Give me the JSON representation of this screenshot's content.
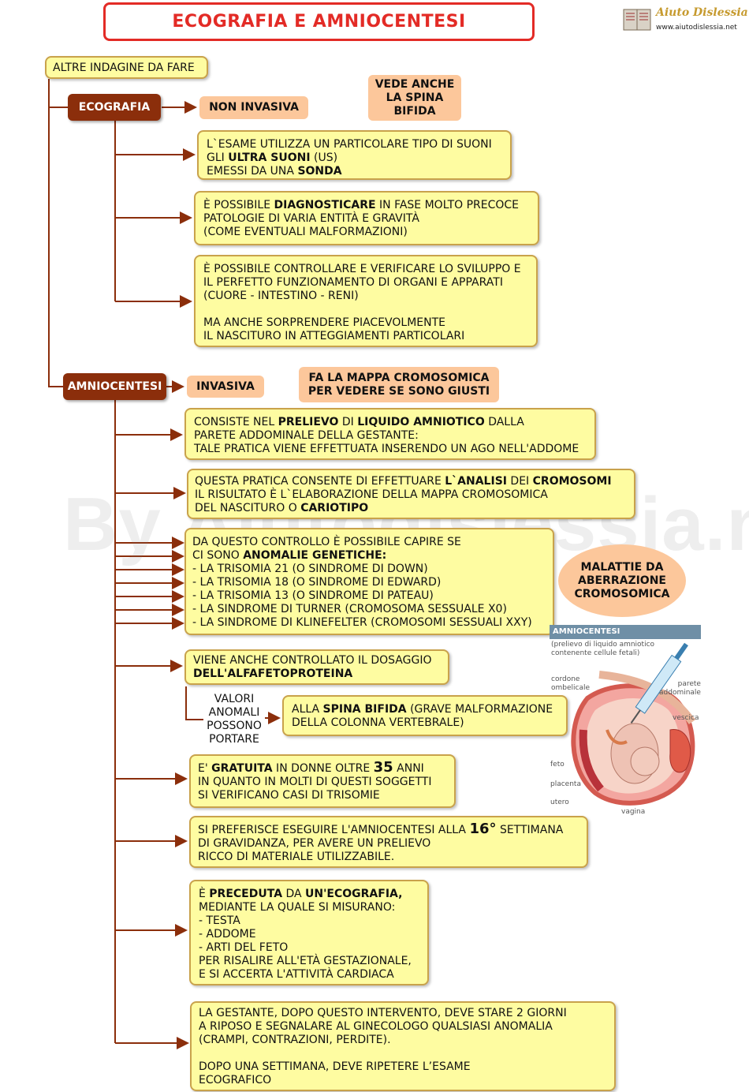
{
  "title": "ECOGRAFIA E AMNIOCENTESI",
  "logo": {
    "name": "Aiuto Dislessia",
    "url": "www.aiutodislessia.net"
  },
  "watermark": "By Aiutodislessia.net",
  "root": "ALTRE INDAGINE DA FARE",
  "ecografia": {
    "label": "ECOGRAFIA",
    "tag": "NON INVASIVA",
    "note": "VEDE ANCHE\nLA SPINA\nBIFIDA",
    "items": [
      {
        "pre": "L`ESAME UTILIZZA UN PARTICOLARE TIPO DI SUONI\nGLI ",
        "b1": "ULTRA SUONI",
        "mid": " (US)\nEMESSI DA UNA ",
        "b2": "SONDA",
        "post": ""
      },
      {
        "pre": "È POSSIBILE ",
        "b1": "DIAGNOSTICARE",
        "mid": " IN FASE MOLTO PRECOCE\nPATOLOGIE DI VARIA ENTITÀ E GRAVITÀ\n(COME EVENTUALI MALFORMAZIONI)",
        "b2": "",
        "post": ""
      },
      {
        "pre": "È POSSIBILE CONTROLLARE E VERIFICARE LO SVILUPPO E\nIL PERFETTO FUNZIONAMENTO DI ORGANI E APPARATI\n(CUORE - INTESTINO - RENI)\n\nMA ANCHE SORPRENDERE PIACEVOLMENTE\nIL NASCITURO IN ATTEGGIAMENTI PARTICOLARI",
        "b1": "",
        "mid": "",
        "b2": "",
        "post": ""
      }
    ]
  },
  "amniocentesi": {
    "label": "AMNIOCENTESI",
    "tag": "INVASIVA",
    "note": "FA LA MAPPA CROMOSOMICA\nPER VEDERE SE SONO GIUSTI",
    "malattie": "MALATTIE DA\nABERRAZIONE\nCROMOSOMICA",
    "valori": "VALORI\nANOMALI\nPOSSONO\nPORTARE",
    "items": [
      {
        "pre": "CONSISTE NEL ",
        "b1": "PRELIEVO",
        "mid": " DI ",
        "b2": "LIQUIDO AMNIOTICO",
        "post": " DALLA\nPARETE ADDOMINALE DELLA GESTANTE:\nTALE PRATICA VIENE EFFETTUATA INSERENDO UN AGO NELL'ADDOME"
      },
      {
        "pre": "QUESTA PRATICA CONSENTE DI EFFETTUARE ",
        "b1": "L`ANALISI",
        "mid": " DEI ",
        "b2": "CROMOSOMI",
        "post": "\nIL RISULTATO È L`ELABORAZIONE DELLA MAPPA CROMOSOMICA\nDEL NASCITURO O ",
        "b3": "CARIOTIPO"
      },
      {
        "pre": "DA QUESTO CONTROLLO È POSSIBILE CAPIRE SE\nCI SONO ",
        "b1": "ANOMALIE GENETICHE:",
        "mid": "\n- LA  TRISOMIA 21 (O SINDROME DI DOWN)\n- LA TRISOMIA 18  (O SINDROME DI EDWARD)\n- LA TRISOMIA 13  (O SINDROME DI PATEAU)\n- LA SINDROME DI TURNER (CROMOSOMA SESSUALE X0)\n- LA SINDROME DI KLINEFELTER (CROMOSOMI SESSUALI XXY)",
        "b2": "",
        "post": ""
      },
      {
        "pre": "VIENE ANCHE CONTROLLATO IL DOSAGGIO\n",
        "b1": "DELL'ALFAFETOPROTEINA",
        "mid": "",
        "b2": "",
        "post": ""
      },
      {
        "pre": "ALLA ",
        "b1": "SPINA BIFIDA",
        "mid": " (GRAVE MALFORMAZIONE\nDELLA COLONNA VERTEBRALE)",
        "b2": "",
        "post": ""
      },
      {
        "pre": "E' ",
        "b1": "GRATUITA",
        "mid": " IN DONNE OLTRE ",
        "big": "35",
        "post": " ANNI\nIN QUANTO IN MOLTI DI QUESTI SOGGETTI\nSI VERIFICANO CASI DI TRISOMIE"
      },
      {
        "pre": "SI PREFERISCE ESEGUIRE L'AMNIOCENTESI ALLA ",
        "big": "16°",
        "post": " SETTIMANA\nDI GRAVIDANZA, PER AVERE UN PRELIEVO\nRICCO DI MATERIALE UTILIZZABILE."
      },
      {
        "pre": "È ",
        "b1": "PRECEDUTA",
        "mid": " DA ",
        "b2": "UN'ECOGRAFIA,",
        "post": "\nMEDIANTE LA QUALE SI MISURANO:\n- TESTA\n- ADDOME\n- ARTI DEL FETO\nPER RISALIRE ALL'ETÀ GESTAZIONALE,\nE SI ACCERTA L'ATTIVITÀ CARDIACA"
      },
      {
        "pre": "LA  GESTANTE,  DOPO  QUESTO  INTERVENTO,  DEVE  STARE  2  GIORNI\nA RIPOSO  E  SEGNALARE  AL  GINECOLOGO  QUALSIASI  ANOMALIA\n(CRAMPI, CONTRAZIONI, PERDITE).\n\nDOPO UNA SETTIMANA, DEVE RIPETERE L’ESAME\nECOGRAFICO",
        "b1": "",
        "mid": "",
        "b2": "",
        "post": ""
      }
    ]
  },
  "illustration": {
    "title": "AMNIOCENTESI",
    "subtitle": "(prelievo di liquido amniotico\ncontenente cellule fetali)",
    "labels": {
      "cordone": "cordone\nombelicale",
      "parete": "parete\naddominale",
      "vescica": "vescica",
      "feto": "feto",
      "placenta": "placenta",
      "utero": "utero",
      "vagina": "vagina"
    }
  }
}
